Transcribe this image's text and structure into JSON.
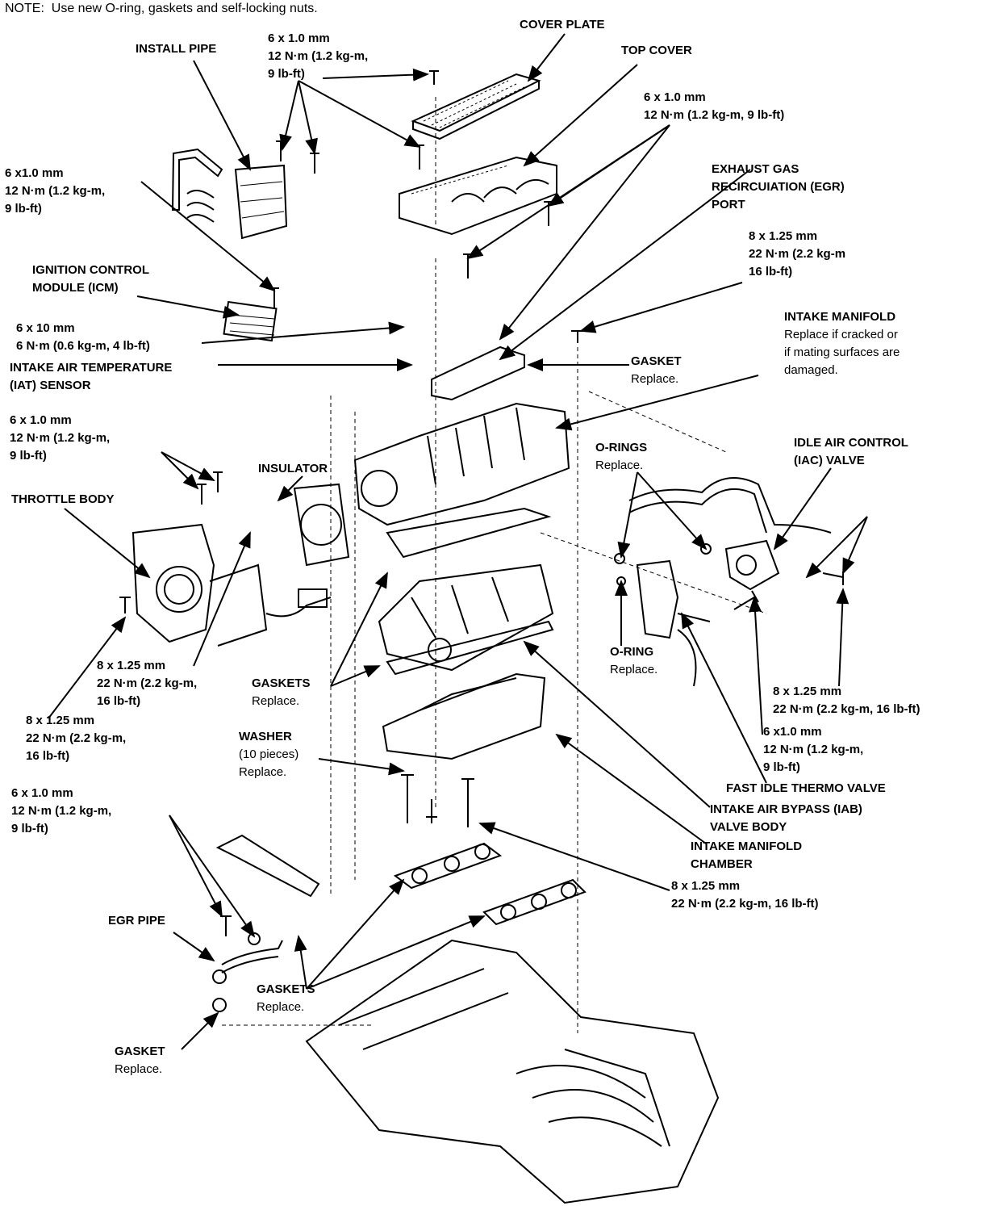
{
  "note": "NOTE:  Use new O-ring, gaskets and self-locking nuts.",
  "labels": {
    "cover_plate": "COVER PLATE",
    "top_cover": "TOP COVER",
    "install_pipe": "INSTALL PIPE",
    "bolt_top": [
      "6 x 1.0 mm",
      "12 N·m (1.2 kg-m,",
      "9 lb-ft)"
    ],
    "bolt_topright": [
      "6 x 1.0 mm",
      "12 N·m (1.2 kg-m, 9 lb-ft)"
    ],
    "egr_port": [
      "EXHAUST GAS",
      "RECIRCUIATION (EGR)",
      "PORT"
    ],
    "bolt_left1": [
      "6 x1.0 mm",
      "12 N·m (1.2 kg-m,",
      "9 lb-ft)"
    ],
    "bolt_825_right": [
      "8 x 1.25 mm",
      "22 N·m (2.2 kg-m",
      "16 lb-ft)"
    ],
    "icm": [
      "IGNITION CONTROL",
      "MODULE (ICM)"
    ],
    "intake_manifold": "INTAKE MANIFOLD",
    "intake_manifold_note": [
      "Replace if cracked or",
      "if mating surfaces are",
      "damaged."
    ],
    "bolt_6x10": [
      "6 x 10 mm",
      "6 N·m (0.6 kg-m, 4 lb-ft)"
    ],
    "gasket": "GASKET",
    "replace": "Replace.",
    "iat": [
      "INTAKE AIR TEMPERATURE",
      "(IAT) SENSOR"
    ],
    "bolt_left2": [
      "6 x 1.0 mm",
      "12 N·m (1.2 kg-m,",
      "9 lb-ft)"
    ],
    "orings": "O-RINGS",
    "iac": [
      "IDLE AIR CONTROL",
      "(IAC) VALVE"
    ],
    "insulator": "INSULATOR",
    "throttle_body": "THROTTLE BODY",
    "oring": "O-RING",
    "bolt_825_mid": [
      "8 x 1.25 mm",
      "22 N·m (2.2 kg-m,",
      "16 lb-ft)"
    ],
    "gaskets": "GASKETS",
    "bolt_825_rb": [
      "8 x 1.25 mm",
      "22 N·m (2.2 kg-m, 16 lb-ft)"
    ],
    "bolt_825_left": [
      "8 x 1.25 mm",
      "22 N·m (2.2 kg-m,",
      "16 lb-ft)"
    ],
    "bolt_6x1_rb": [
      "6 x1.0 mm",
      "12 N·m (1.2 kg-m,",
      "9 lb-ft)"
    ],
    "washer": "WASHER",
    "washer_count": "(10 pieces)",
    "fast_idle": "FAST IDLE THERMO VALVE",
    "iab": [
      "INTAKE AIR BYPASS (IAB)",
      "VALVE BODY"
    ],
    "bolt_left3": [
      "6 x 1.0 mm",
      "12 N·m (1.2 kg-m,",
      "9 lb-ft)"
    ],
    "chamber": [
      "INTAKE MANIFOLD",
      "CHAMBER"
    ],
    "bolt_825_bottom": [
      "8 x 1.25 mm",
      "22 N·m (2.2 kg-m, 16 lb-ft)"
    ],
    "egr_pipe": "EGR PIPE",
    "gaskets2": "GASKETS",
    "gasket2": "GASKET"
  }
}
